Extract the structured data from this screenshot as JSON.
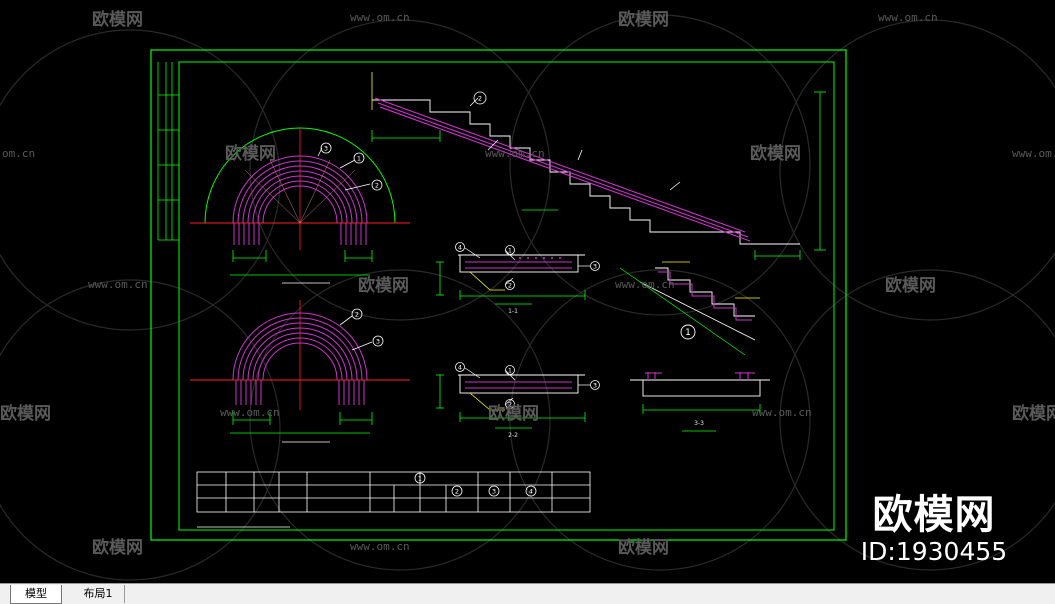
{
  "watermark": {
    "brand": "欧模网",
    "url": "www.om.cn",
    "url_cut": "om.cn",
    "url_cut_left": "www.om.c"
  },
  "brand_overlay": {
    "name": "欧模网",
    "id": "ID:1930455"
  },
  "tabs": [
    {
      "label": "模型",
      "active": true
    },
    {
      "label": "布局1",
      "active": false
    }
  ],
  "drawing": {
    "callouts": [
      "1",
      "2",
      "3",
      "4"
    ],
    "section_labels": [
      "1-1",
      "2-2",
      "3-3"
    ],
    "table_numbers": [
      "1",
      "2",
      "3",
      "4"
    ]
  },
  "colors": {
    "frame": "#00ff00",
    "rebar": "#cc33cc",
    "dimension": "#00ff00",
    "axis": "#ff2020",
    "leader": "#ffff00",
    "text": "#ffffff",
    "watermark": "#5a5a5a"
  }
}
